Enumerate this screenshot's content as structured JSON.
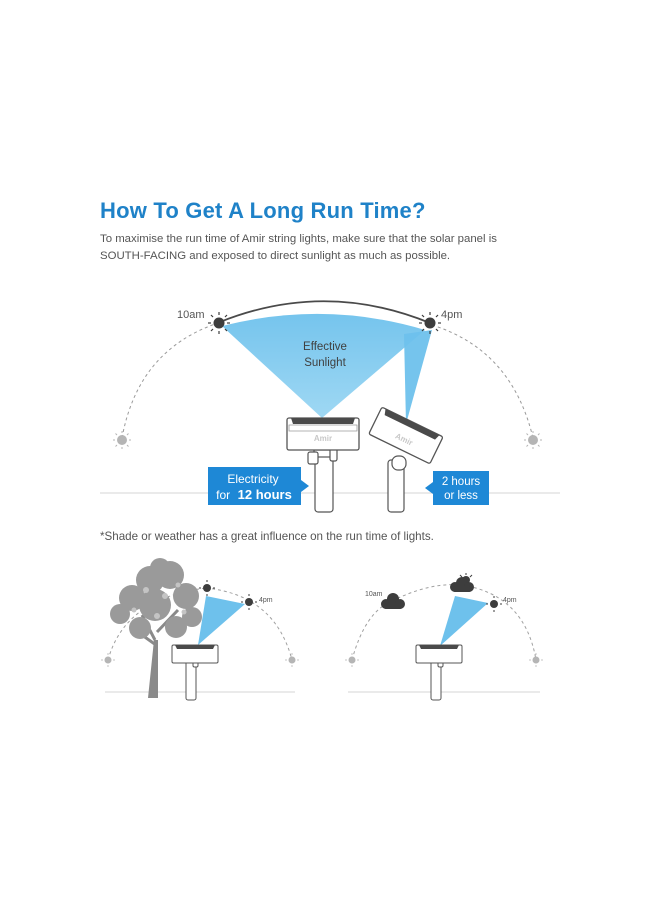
{
  "heading": "How To Get A Long Run Time?",
  "intro": {
    "line1": "To maximise the run time of Amir string lights,  make sure that the solar panel is",
    "line2": "SOUTH-FACING and exposed to direct sunlight as much as possible."
  },
  "main_diagram": {
    "time_start": "10am",
    "time_end": "4pm",
    "effective_line1": "Effective",
    "effective_line2": "Sunlight",
    "panel_brand": "Amir",
    "badge_left_line1": "Electricity",
    "badge_left_prefix": "for",
    "badge_left_strong": "12 hours",
    "badge_right_line1": "2 hours",
    "badge_right_line2": "or less"
  },
  "note": "*Shade or weather has a great influence on the run time of lights.",
  "shade_diagram": {
    "time_end": "4pm"
  },
  "weather_diagram": {
    "time_start": "10am",
    "time_end": "4pm"
  },
  "colors": {
    "accent": "#1f82c8",
    "beam": "#7cc8ee",
    "badge": "#1e88d6"
  }
}
